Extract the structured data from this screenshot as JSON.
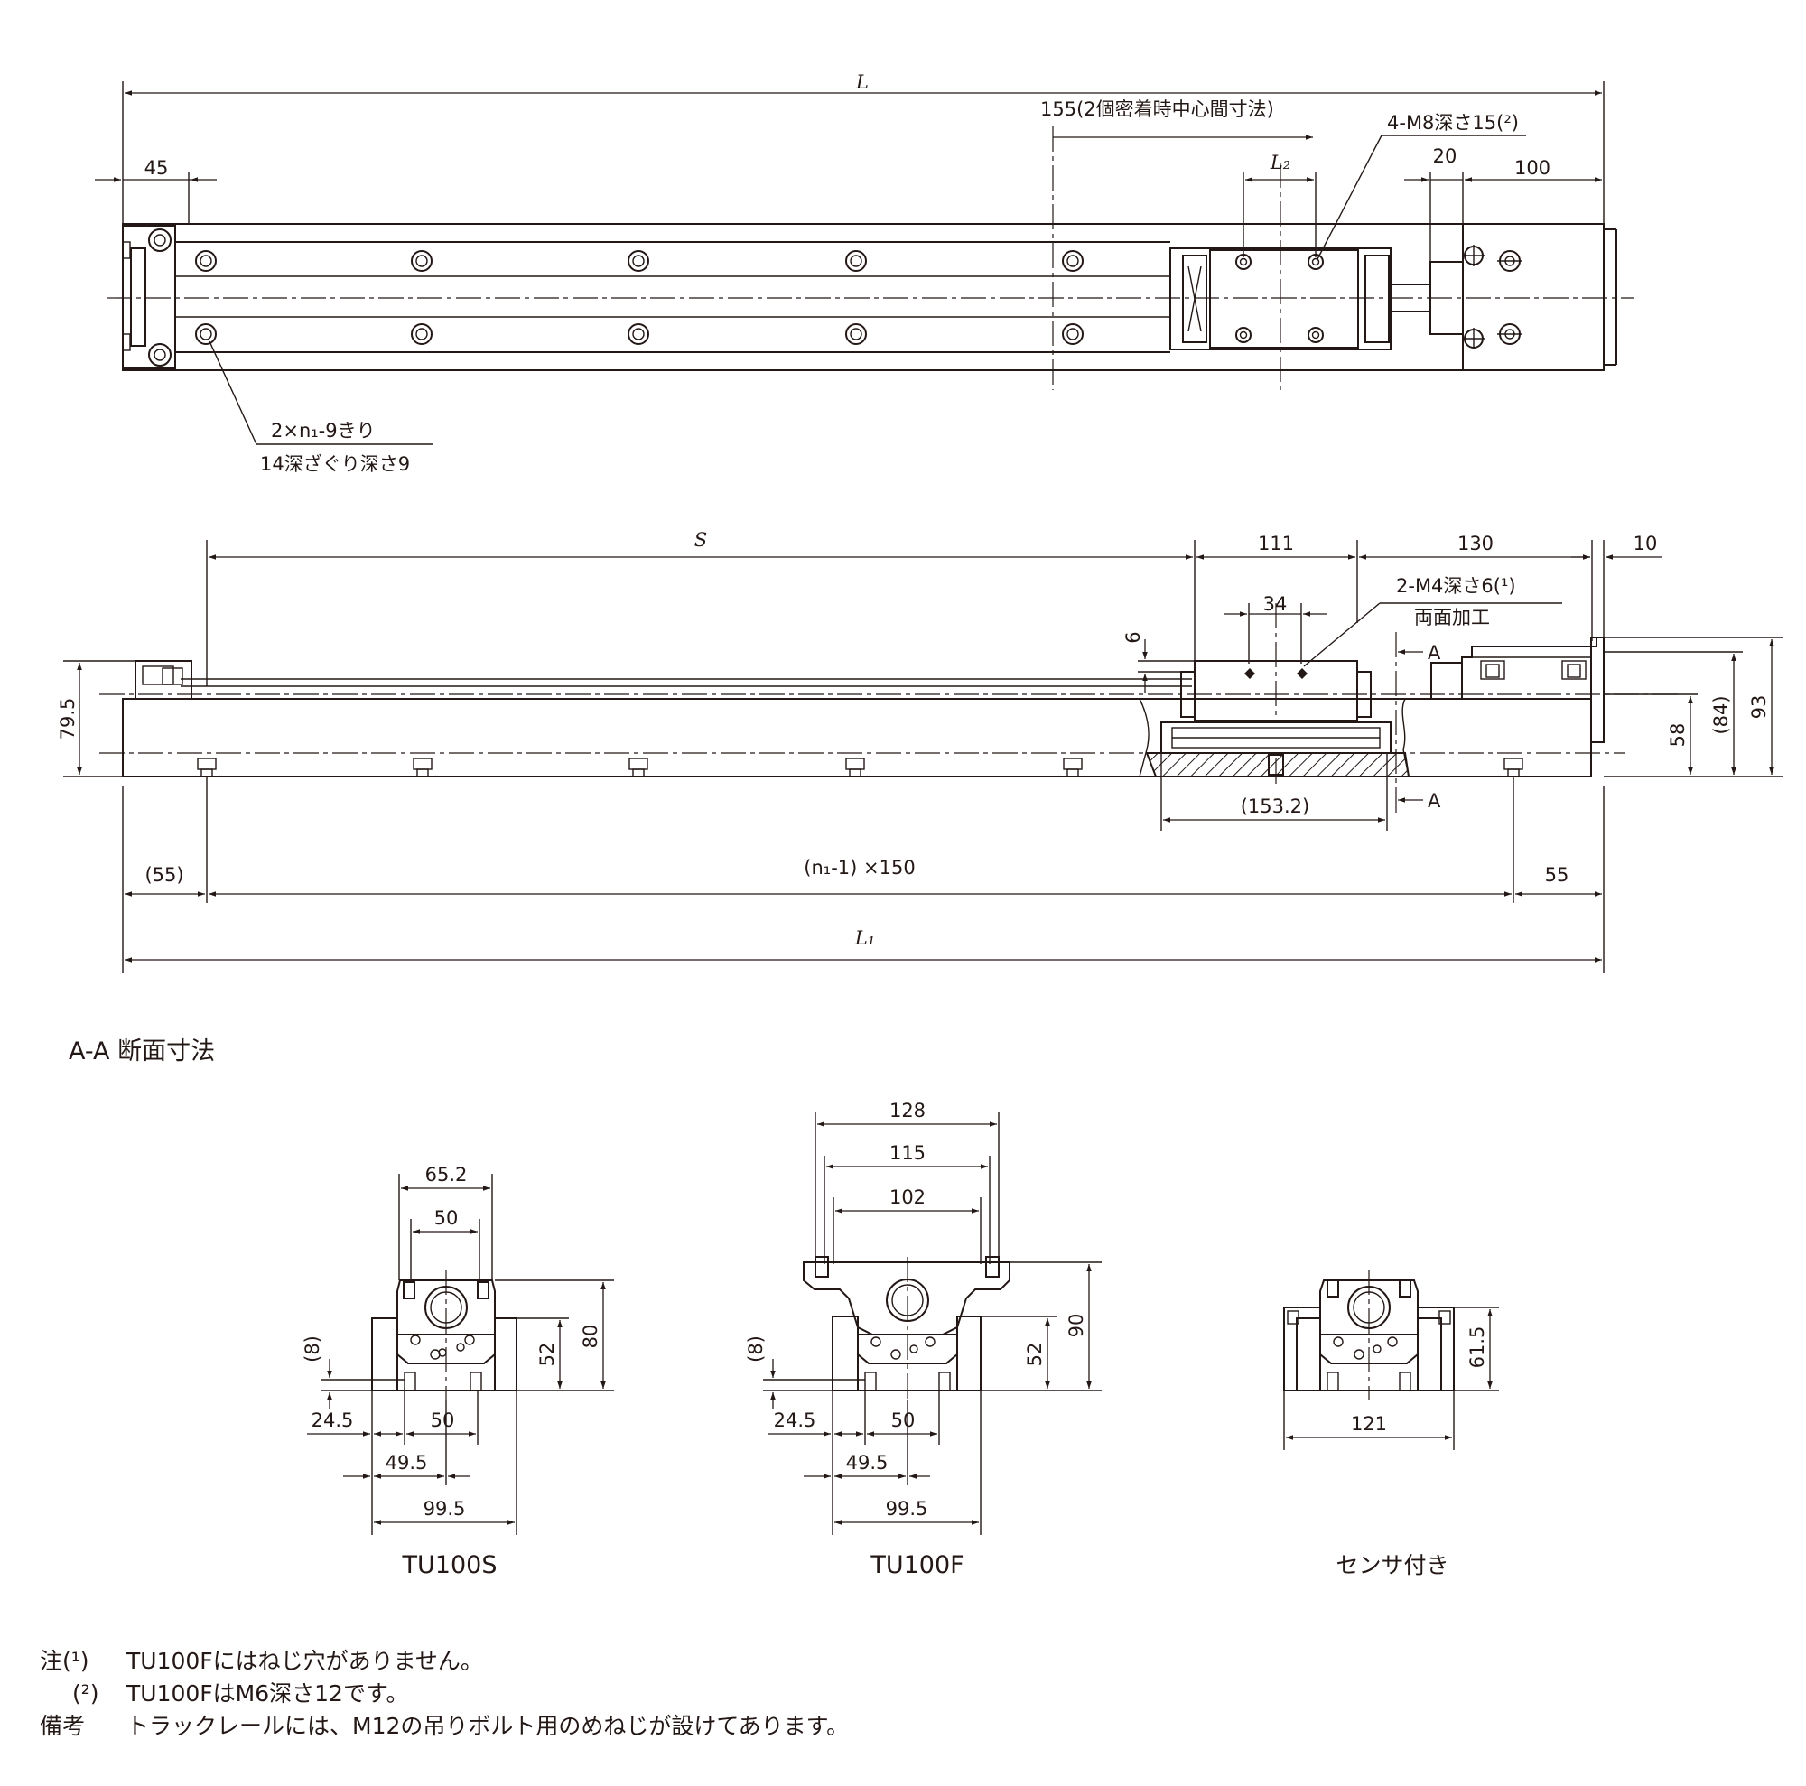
{
  "top_view": {
    "dim_L": "L",
    "dim_155": "155(2個密着時中心間寸法)",
    "dim_L2": "L₂",
    "dim_4m8": "4-M8深さ15(²)",
    "dim_20": "20",
    "dim_100": "100",
    "dim_45": "45",
    "callout_line1": "2×n₁-9きり",
    "callout_line2": "14深ざぐり深さ9"
  },
  "side_view": {
    "dim_S": "S",
    "dim_111": "111",
    "dim_130": "130",
    "dim_10": "10",
    "dim_2m4": "2-M4深さ6(¹)",
    "dim_2m4_sub": "両面加工",
    "dim_34": "34",
    "dim_6": "6",
    "section_A": "A",
    "dim_79_5": "79.5",
    "dim_58": "58",
    "dim_84": "(84)",
    "dim_93": "93",
    "dim_153_2": "(153.2)",
    "dim_55_left": "(55)",
    "dim_pitch": "(n₁-1) ×150",
    "dim_55_right": "55",
    "dim_L1": "L₁"
  },
  "section_title": "A-A 断面寸法",
  "tu100s": {
    "label": "TU100S",
    "d65_2": "65.2",
    "d50_top": "50",
    "d52": "52",
    "d80": "80",
    "d8": "(8)",
    "d24_5": "24.5",
    "d50_bot": "50",
    "d49_5": "49.5",
    "d99_5": "99.5"
  },
  "tu100f": {
    "label": "TU100F",
    "d128": "128",
    "d115": "115",
    "d102": "102",
    "d52": "52",
    "d90": "90",
    "d8": "(8)",
    "d24_5": "24.5",
    "d50_bot": "50",
    "d49_5": "49.5",
    "d99_5": "99.5"
  },
  "sensor": {
    "label": "センサ付き",
    "d61_5": "61.5",
    "d121": "121"
  },
  "notes": {
    "n1_mark": "注(¹)",
    "n1_text": "TU100Fにはねじ穴がありません。",
    "n2_mark": "(²)",
    "n2_text": "TU100FはM6深さ12です。",
    "n3_mark": "備考",
    "n3_text": "トラックレールには、M12の吊りボルト用のめねじが設けてあります。"
  }
}
